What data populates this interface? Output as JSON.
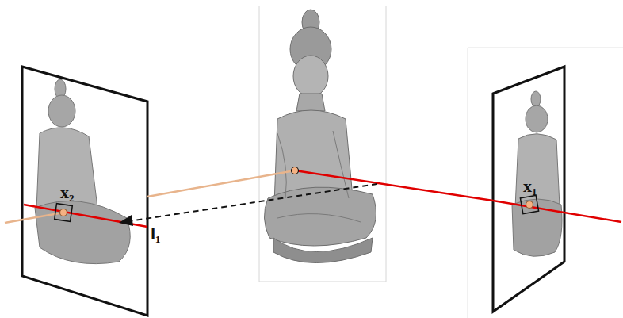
{
  "diagram": {
    "labels": [
      "x₂",
      "l₁",
      "x₁"
    ]
  }
}
